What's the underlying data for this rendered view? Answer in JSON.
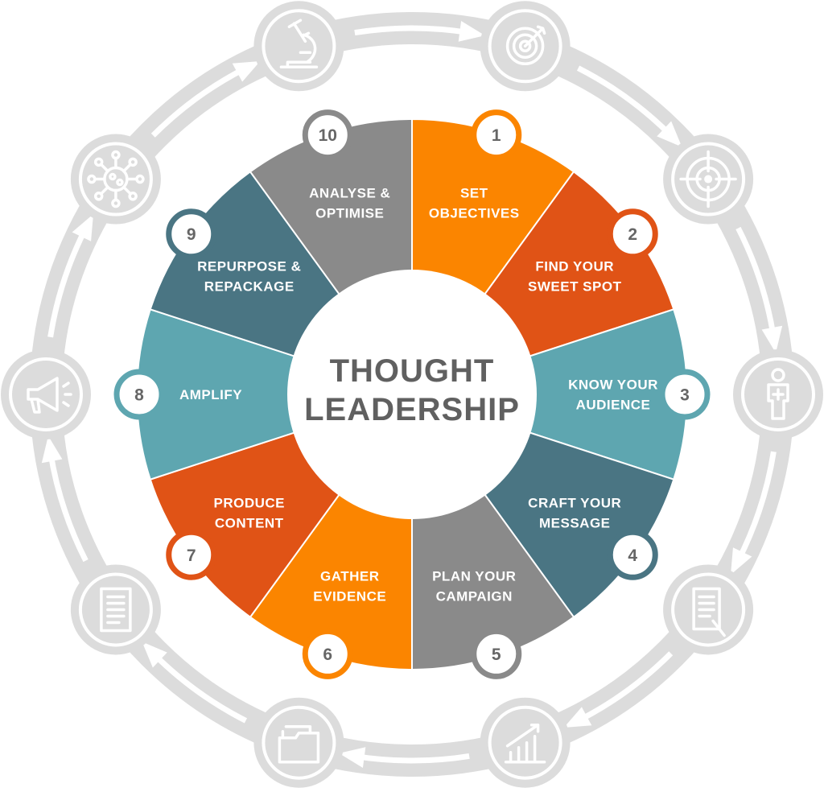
{
  "title": {
    "line1": "THOUGHT",
    "line2": "LEADERSHIP"
  },
  "colors": {
    "ring": "#dcdcdc",
    "orange": "#fb8500",
    "red": "#e05316",
    "teal": "#5ea6b0",
    "slate": "#4a7583",
    "gray": "#8a8a8a",
    "number_text": "#666666",
    "title_text": "#606060"
  },
  "steps": [
    {
      "number": "1",
      "lines": [
        "SET",
        "OBJECTIVES"
      ],
      "color": "#fb8500",
      "icon": "target-arrow-icon"
    },
    {
      "number": "2",
      "lines": [
        "FIND YOUR",
        "SWEET SPOT"
      ],
      "color": "#e05316",
      "icon": "crosshair-icon"
    },
    {
      "number": "3",
      "lines": [
        "KNOW YOUR",
        "AUDIENCE"
      ],
      "color": "#5ea6b0",
      "icon": "person-icon"
    },
    {
      "number": "4",
      "lines": [
        "CRAFT YOUR",
        "MESSAGE"
      ],
      "color": "#4a7583",
      "icon": "document-pen-icon"
    },
    {
      "number": "5",
      "lines": [
        "PLAN YOUR",
        "CAMPAIGN"
      ],
      "color": "#8a8a8a",
      "icon": "growth-chart-icon"
    },
    {
      "number": "6",
      "lines": [
        "GATHER",
        "EVIDENCE"
      ],
      "color": "#fb8500",
      "icon": "folder-icon"
    },
    {
      "number": "7",
      "lines": [
        "PRODUCE",
        "CONTENT"
      ],
      "color": "#e05316",
      "icon": "document-icon"
    },
    {
      "number": "8",
      "lines": [
        "AMPLIFY"
      ],
      "color": "#5ea6b0",
      "icon": "megaphone-icon"
    },
    {
      "number": "9",
      "lines": [
        "REPURPOSE &",
        "REPACKAGE"
      ],
      "color": "#4a7583",
      "icon": "virus-icon"
    },
    {
      "number": "10",
      "lines": [
        "ANALYSE &",
        "OPTIMISE"
      ],
      "color": "#8a8a8a",
      "icon": "microscope-icon"
    }
  ]
}
